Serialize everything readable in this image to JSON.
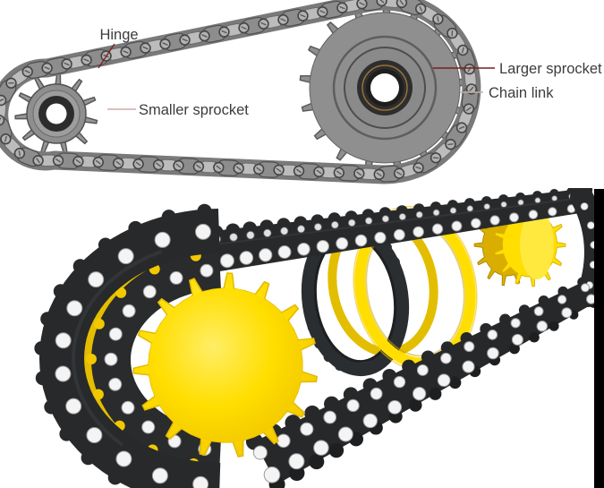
{
  "figure": {
    "background": "#ffffff"
  },
  "top_diagram": {
    "labels": {
      "hinge": "Hinge",
      "smaller_sprocket": "Smaller sprocket",
      "larger_sprocket": "Larger sprocket",
      "chain_link": "Chain link"
    },
    "label_color": "#3c3c3c",
    "colors": {
      "metal": "#8d8d8d",
      "metal_light": "#bcbcbc",
      "metal_dark": "#4f4f4f",
      "metal_base": "#7a7a7a",
      "pin_fill": "#b2b2b2",
      "leader_dark": "#7c1d1d",
      "leader_light": "#c9abab"
    }
  },
  "bottom_render": {
    "colors": {
      "chain_dark": "#27292b",
      "chain_darker": "#1d1f21",
      "chain_highlight": "#3a3e41",
      "roller_white": "#f4f4f4",
      "roller_rim": "#9a9a9a",
      "yellow": "#ffde00",
      "yellow_dark": "#d9ae00",
      "yellow_deep": "#e5bd00",
      "yellow_light": "#ffee66",
      "edge_bar": "#000000"
    }
  }
}
